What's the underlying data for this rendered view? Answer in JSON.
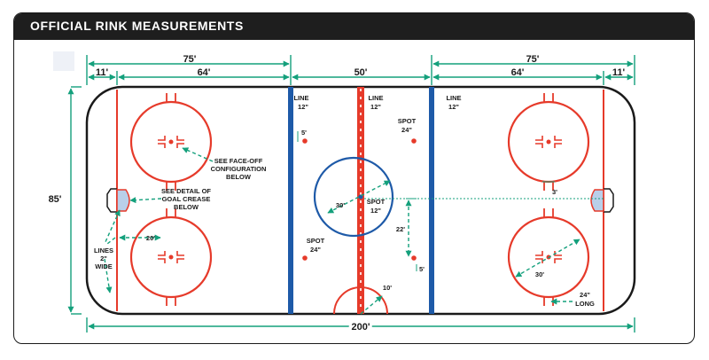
{
  "header": {
    "title": "OFFICIAL RINK MEASUREMENTS"
  },
  "colors": {
    "red": "#e63a2a",
    "blue": "#1e5aa8",
    "green": "#14a07c",
    "ice": "#ffffff",
    "crease": "#b9cfe9"
  },
  "dimensions": {
    "left_75": "75'",
    "right_75": "75'",
    "left_11": "11'",
    "right_11": "11'",
    "left_64": "64'",
    "right_64": "64'",
    "neutral_50": "50'",
    "width_85": "85'",
    "length_200": "200'"
  },
  "labels": {
    "line_blue_left": [
      "LINE",
      "12\""
    ],
    "line_red": [
      "LINE",
      "12\""
    ],
    "line_blue_right": [
      "LINE",
      "12\""
    ],
    "spot_top": [
      "SPOT",
      "24\""
    ],
    "spot_center": [
      "SPOT",
      "12\""
    ],
    "spot_bottom": [
      "SPOT",
      "24\""
    ],
    "faceoff_note": [
      "SEE FACE-OFF",
      "CONFIGURATION",
      "BELOW"
    ],
    "crease_note": [
      "SEE DETAIL OF",
      "GOAL CREASE",
      "BELOW"
    ],
    "lines_wide": [
      "LINES",
      "2\"",
      "WIDE"
    ],
    "circle_radius_left": "30'",
    "circle_radius_right": "30'",
    "dist_20": "20'",
    "dist_5_top": "5'",
    "dist_5_right": "5'",
    "dist_22": "22'",
    "dist_10": "10'",
    "dist_3": "3'",
    "hash_24": [
      "24\"",
      "LONG"
    ]
  }
}
